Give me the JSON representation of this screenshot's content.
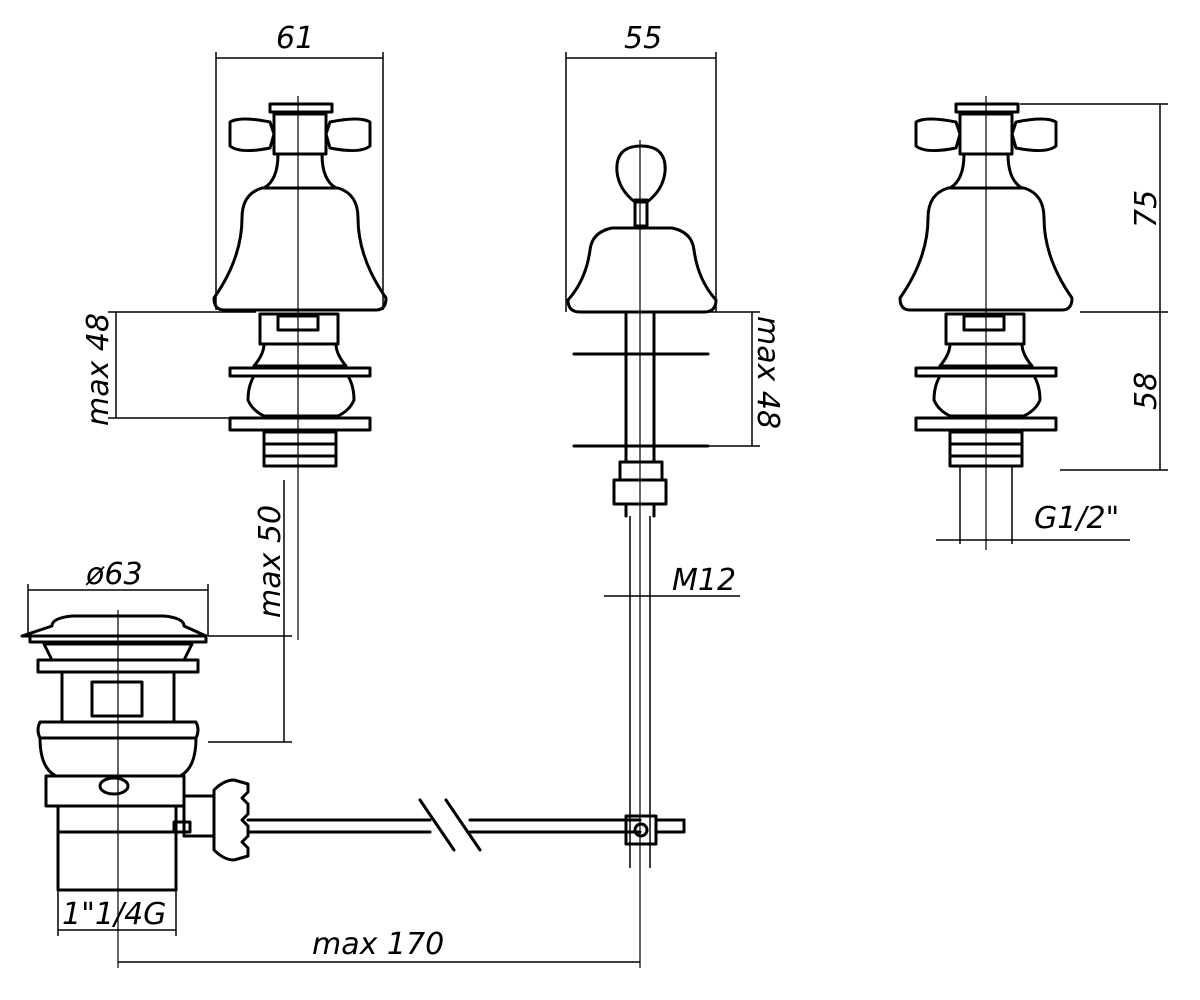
{
  "labels": {
    "left_tap_width": "61",
    "lever_tap_width": "55",
    "right_tap_upper_height": "75",
    "right_tap_lower_height": "58",
    "right_tap_thread": "G1/2\"",
    "left_tap_max_depth": "max 48",
    "lever_tap_max_depth": "max 48",
    "waste_max_height": "max 50",
    "waste_diameter": "ø63",
    "rod_thread": "M12",
    "waste_thread": "1\"1/4G",
    "total_max_length": "max 170"
  }
}
